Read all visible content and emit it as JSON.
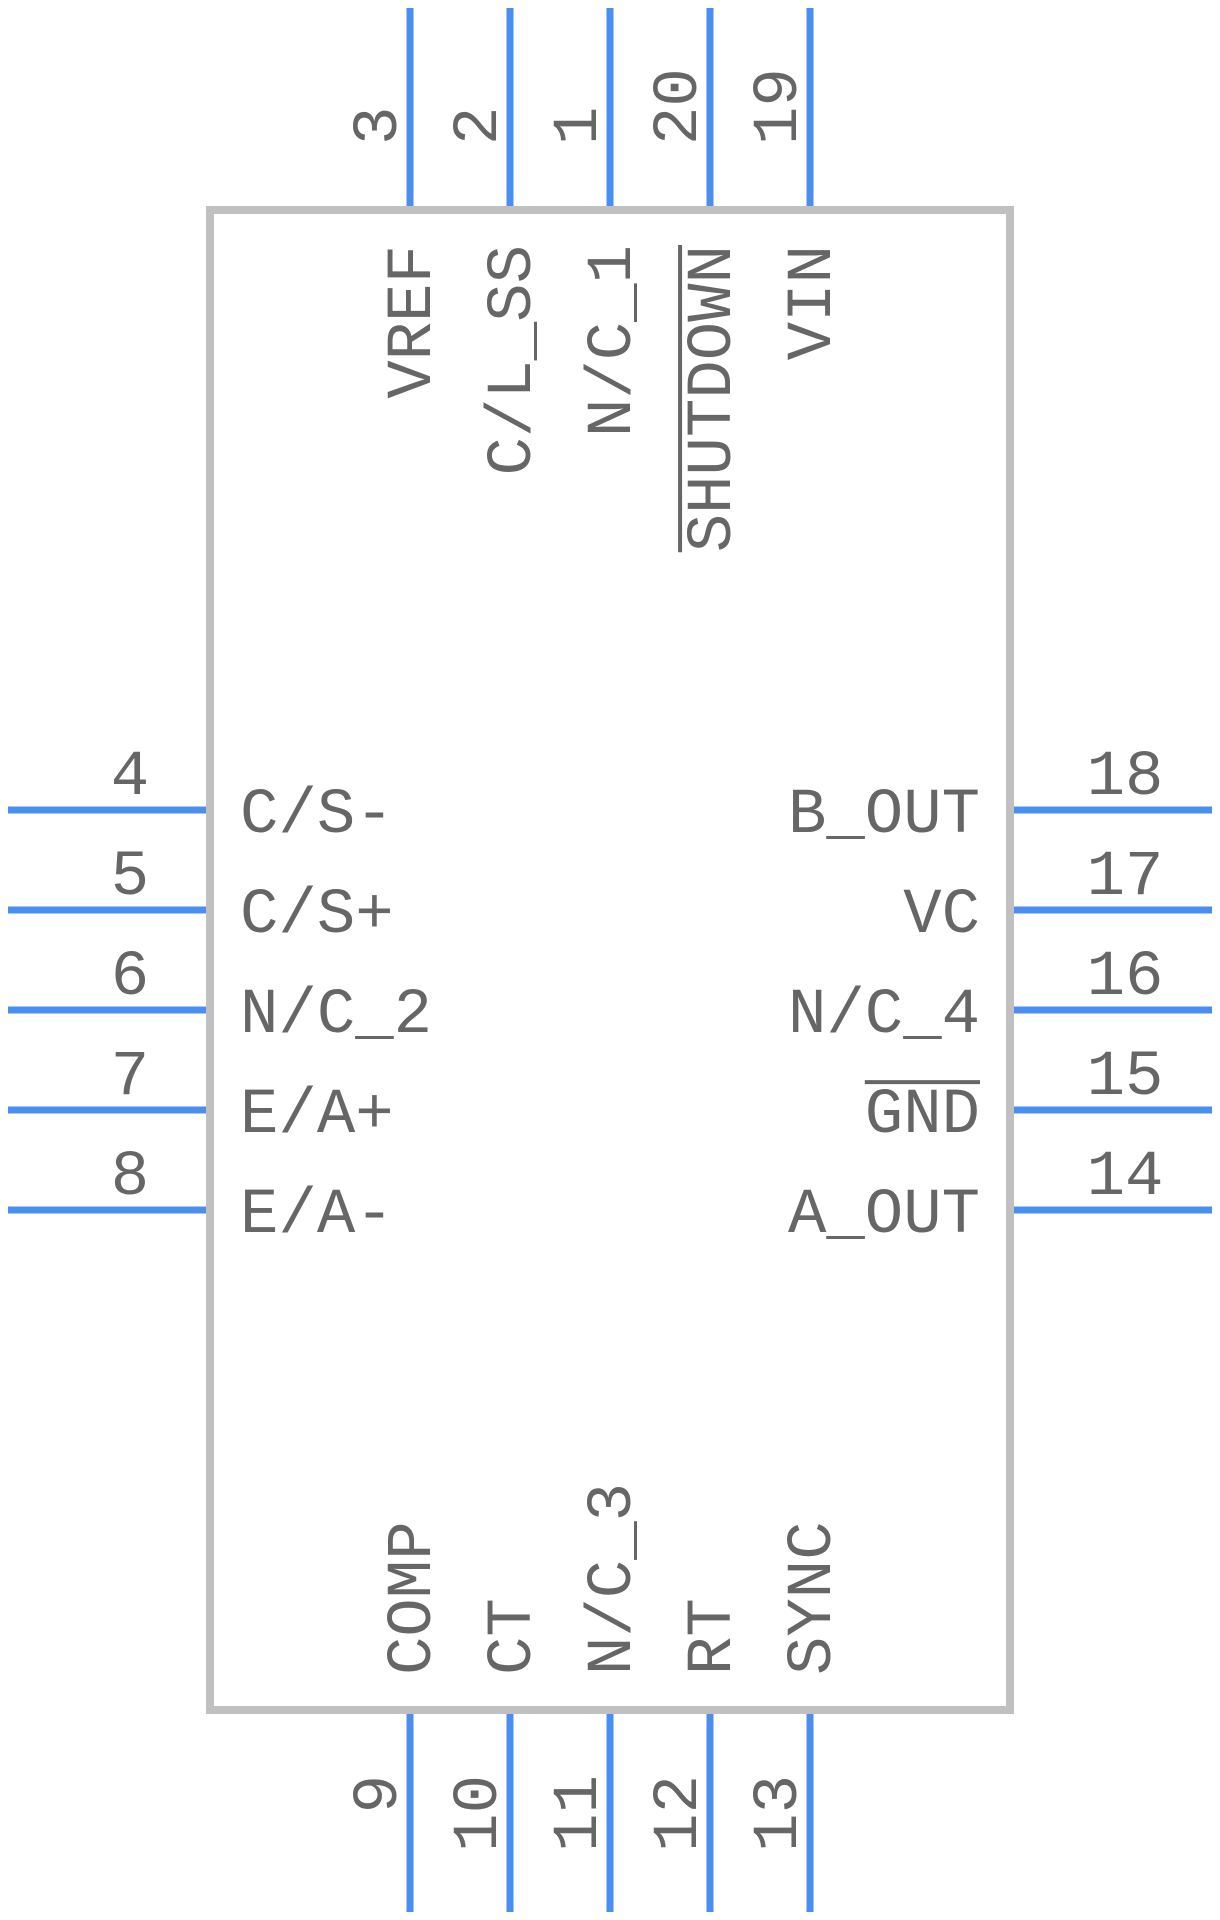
{
  "component": {
    "body_color": "#c0c0c0",
    "pin_color": "#4a8ff0",
    "text_color": "#666666"
  },
  "top_pins": [
    {
      "number": "3",
      "name": "VREF"
    },
    {
      "number": "2",
      "name": "C/L_SS"
    },
    {
      "number": "1",
      "name": "N/C_1"
    },
    {
      "number": "20",
      "name": "SHUTDOWN",
      "overbar": true
    },
    {
      "number": "19",
      "name": "VIN"
    }
  ],
  "bottom_pins": [
    {
      "number": "9",
      "name": "COMP"
    },
    {
      "number": "10",
      "name": "CT"
    },
    {
      "number": "11",
      "name": "N/C_3"
    },
    {
      "number": "12",
      "name": "RT"
    },
    {
      "number": "13",
      "name": "SYNC"
    }
  ],
  "left_pins": [
    {
      "number": "4",
      "name": "C/S-"
    },
    {
      "number": "5",
      "name": "C/S+"
    },
    {
      "number": "6",
      "name": "N/C_2"
    },
    {
      "number": "7",
      "name": "E/A+"
    },
    {
      "number": "8",
      "name": "E/A-"
    }
  ],
  "right_pins": [
    {
      "number": "18",
      "name": "B_OUT"
    },
    {
      "number": "17",
      "name": "VC"
    },
    {
      "number": "16",
      "name": "N/C_4"
    },
    {
      "number": "15",
      "name": "GND",
      "overbar": true
    },
    {
      "number": "14",
      "name": "A_OUT"
    }
  ]
}
